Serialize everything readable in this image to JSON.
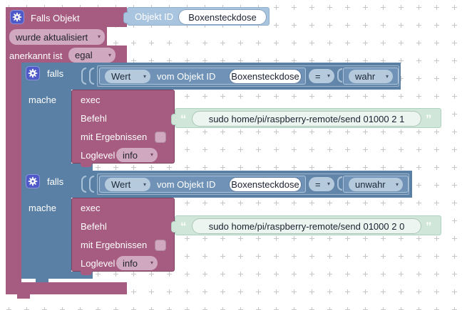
{
  "icons": {
    "dropdown_arrow": "▾",
    "quote_open": "“",
    "quote_close": "”",
    "gear": "gear-icon"
  },
  "colors": {
    "trigger_block": "#a65b80",
    "control_block": "#5b80a5",
    "shadow_block": "#a9c4de",
    "string_block": "#cfe6d9",
    "gear_button": "#4f5ac8",
    "workspace_grid": "#c5c5c5"
  },
  "trigger": {
    "title": "Falls Objekt",
    "event": "wurde aktualisiert",
    "ack_label": "anerkannt ist",
    "ack": "egal",
    "object_id_label": "Objekt ID",
    "object_id": "Boxensteckdose"
  },
  "if_blocks": [
    {
      "keyword": "falls",
      "do_label": "mache",
      "condition": {
        "attr": "Wert",
        "of_label": "vom Objekt ID",
        "object_id": "Boxensteckdose",
        "operator": "=",
        "value": "wahr"
      },
      "exec": {
        "title": "exec",
        "command_label": "Befehl",
        "command": "sudo home/pi/raspberry-remote/send 01000 2 1",
        "results_label": "mit Ergebnissen",
        "results_checked": false,
        "loglevel_label": "Loglevel",
        "loglevel": "info"
      }
    },
    {
      "keyword": "falls",
      "do_label": "mache",
      "condition": {
        "attr": "Wert",
        "of_label": "vom Objekt ID",
        "object_id": "Boxensteckdose",
        "operator": "=",
        "value": "unwahr"
      },
      "exec": {
        "title": "exec",
        "command_label": "Befehl",
        "command": "sudo home/pi/raspberry-remote/send 01000 2 0",
        "results_label": "mit Ergebnissen",
        "results_checked": false,
        "loglevel_label": "Loglevel",
        "loglevel": "info"
      }
    }
  ]
}
